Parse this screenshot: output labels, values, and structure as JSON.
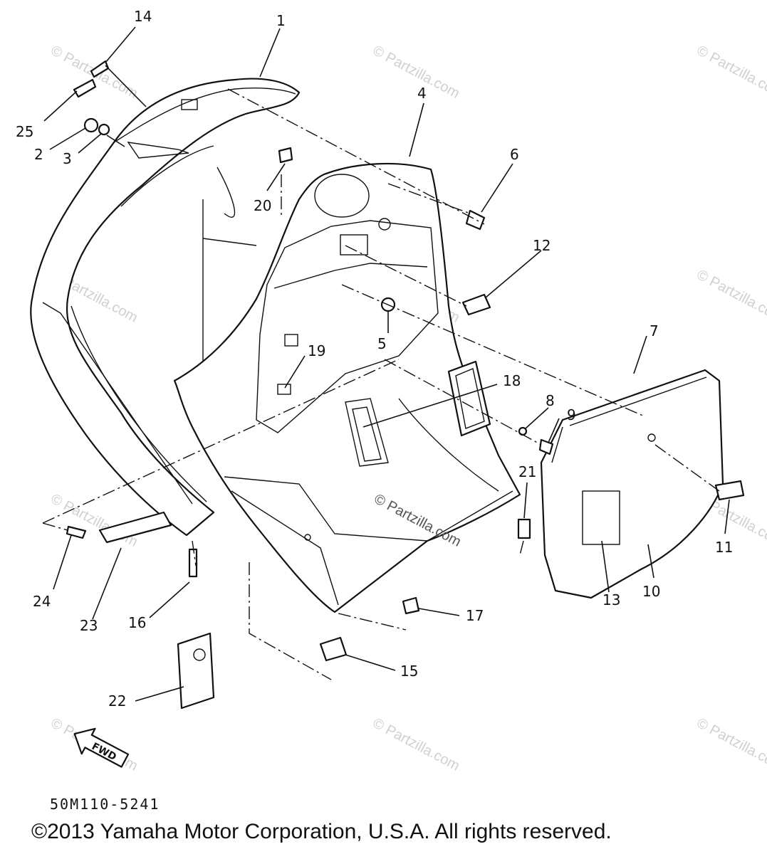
{
  "diagram": {
    "callouts": [
      "1",
      "2",
      "3",
      "4",
      "5",
      "6",
      "7",
      "8",
      "9",
      "10",
      "11",
      "12",
      "13",
      "14",
      "15",
      "16",
      "17",
      "18",
      "19",
      "20",
      "21",
      "22",
      "23",
      "24",
      "25"
    ],
    "fwd_label": "FWD",
    "code": "50M110-5241",
    "copyright": "©2013  Yamaha Motor Corporation, U.S.A. All rights reserved."
  },
  "watermarks": {
    "text": "© Partzilla.com",
    "center_text": "© Partzilla.com"
  }
}
